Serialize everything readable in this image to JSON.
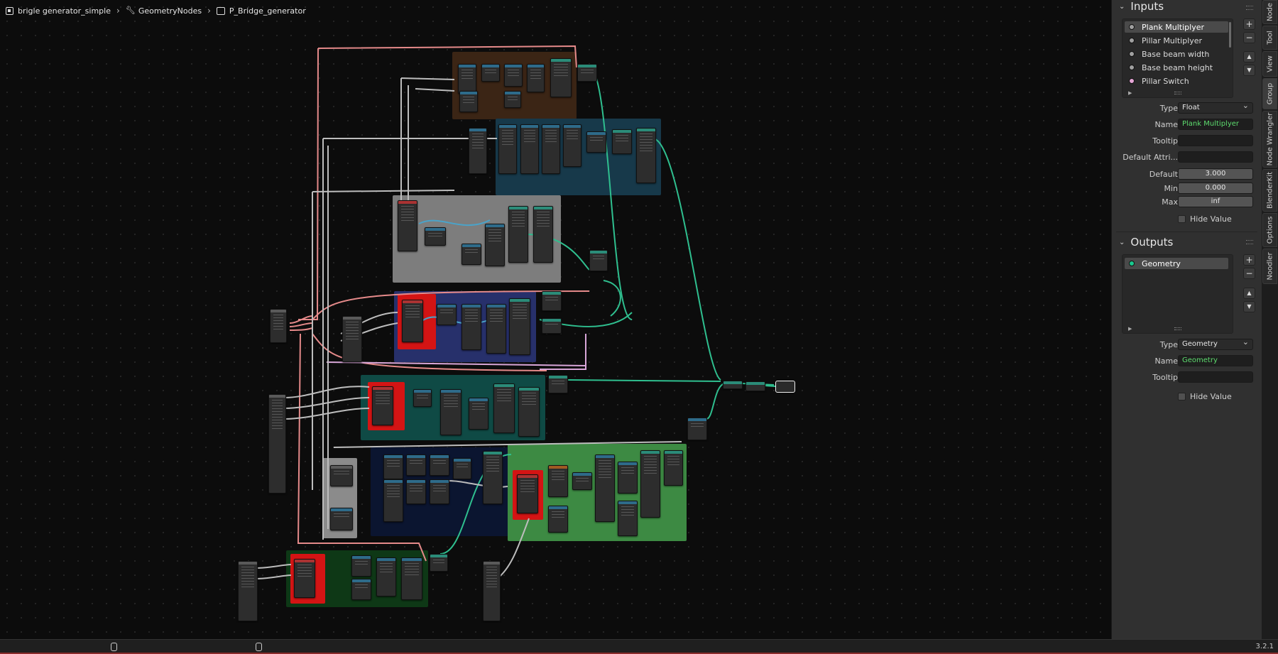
{
  "breadcrumb": {
    "items": [
      {
        "label": "brigle generator_simple",
        "icon": "object-icon"
      },
      {
        "label": "GeometryNodes",
        "icon": "wrench-icon"
      },
      {
        "label": "P_Bridge_generator",
        "icon": "node-tree-icon"
      }
    ]
  },
  "sidebar": {
    "tabs": [
      "Node",
      "Tool",
      "View",
      "Group",
      "Node Wrangler",
      "BlenderKit",
      "Options",
      "Noodler"
    ],
    "active_tab": "Group",
    "inputs": {
      "title": "Inputs",
      "items": [
        {
          "label": "Plank Multiplyer",
          "color": "#a0a0a0",
          "selected": true
        },
        {
          "label": "Pillar Multiplyer",
          "color": "#a0a0a0",
          "selected": false
        },
        {
          "label": "Base beam width",
          "color": "#a0a0a0",
          "selected": false
        },
        {
          "label": "Base beam height",
          "color": "#a0a0a0",
          "selected": false
        },
        {
          "label": "Pillar Switch",
          "color": "#e6a6d6",
          "selected": false
        }
      ],
      "props": {
        "type_label": "Type",
        "type_value": "Float",
        "name_label": "Name",
        "name_value": "Plank Multiplyer",
        "tooltip_label": "Tooltip",
        "tooltip_value": "",
        "default_attr_label": "Default Attri...",
        "default_attr_value": "",
        "default_label": "Default",
        "default_value": "3.000",
        "min_label": "Min",
        "min_value": "0.000",
        "max_label": "Max",
        "max_value": "inf",
        "hide_value_label": "Hide Value"
      }
    },
    "outputs": {
      "title": "Outputs",
      "items": [
        {
          "label": "Geometry",
          "color": "#19c98e",
          "selected": true
        }
      ],
      "props": {
        "type_label": "Type",
        "type_value": "Geometry",
        "name_label": "Name",
        "name_value": "Geometry",
        "tooltip_label": "Tooltip",
        "tooltip_value": "",
        "hide_value_label": "Hide Value"
      }
    },
    "buttons": {
      "add": "+",
      "remove": "−",
      "up": "▲",
      "down": "▼"
    }
  },
  "status": {
    "version": "3.2.1"
  },
  "colors": {
    "wire_green": "#2fbf8f",
    "wire_pink": "#e58a8a",
    "wire_gray": "#bdbdbd",
    "wire_lilac": "#d8a6d8",
    "wire_blue": "#4aa3c9",
    "name_green": "#5ddc6e"
  }
}
